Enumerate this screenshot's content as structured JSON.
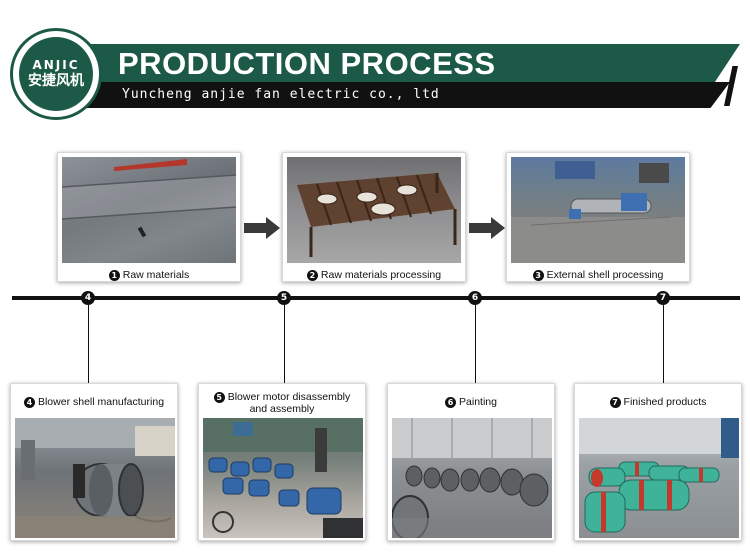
{
  "header": {
    "title": "PRODUCTION PROCESS",
    "subtitle": "Yuncheng anjie fan electric co., ltd",
    "logo_en": "ANJIC",
    "logo_zh": "安捷风机"
  },
  "colors": {
    "brand_green": "#1c5a47",
    "banner_black": "#111111",
    "fan_green": "#3fb39a",
    "fan_red": "#c33a2c"
  },
  "steps_top": [
    {
      "number": "1",
      "label": "Raw materials"
    },
    {
      "number": "2",
      "label": "Raw materials processing"
    },
    {
      "number": "3",
      "label": "External shell processing"
    }
  ],
  "timeline_markers": [
    "4",
    "5",
    "6",
    "7"
  ],
  "steps_bottom": [
    {
      "number": "4",
      "label": "Blower shell manufacturing"
    },
    {
      "number": "5",
      "label": "Blower motor disassembly",
      "label_line2": "and assembly"
    },
    {
      "number": "6",
      "label": "Painting"
    },
    {
      "number": "7",
      "label": "Finished products"
    }
  ],
  "icons": {
    "arrow": "arrow-right-icon",
    "logo": "anjic-logo"
  }
}
